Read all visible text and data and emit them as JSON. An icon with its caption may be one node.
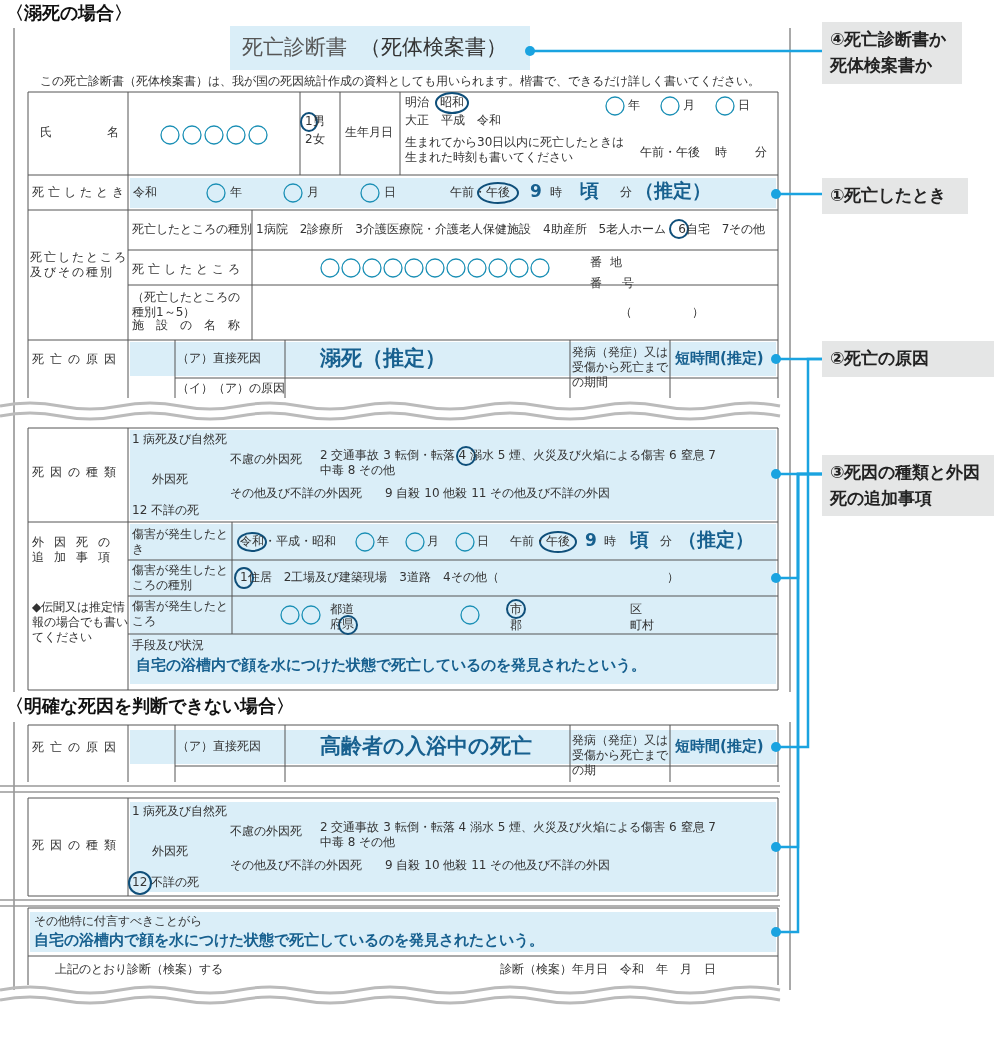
{
  "diagram": {
    "nodes": [
      {
        "text": [
          "④死亡診断書か死体検案書か"
        ]
      },
      {
        "text": [
          "①死亡したとき"
        ]
      },
      {
        "text": [
          "②死亡の原因"
        ]
      },
      {
        "text": [
          "③死因の種類と外因死の追加事項"
        ]
      },
      {
        "text": [
          "死亡診断書",
          "（死体検案書）"
        ]
      },
      {
        "text": [
          "令和",
          "年",
          "月",
          "日",
          "午前・午後",
          "9",
          "時",
          "頃",
          "分",
          "（推定）"
        ]
      },
      {
        "text": [
          "（ア）直接死因",
          "溺死（推定）",
          "短時間(推定)"
        ]
      },
      {
        "text": [
          "1 病死及び自然死",
          "外因死",
          "不慮の外因死",
          "2 交通事故 3 転倒・転落 4 溺水 5 煙、火災及び火焔による傷害 6 窒息 7 中毒 8 その他",
          "その他及び不詳の外因死",
          "9 自殺 10 他殺 11 その他及び不詳の外因",
          "12 不詳の死"
        ]
      },
      {
        "text": [
          "傷害が発生したとき",
          "令和・平成・昭和",
          "年",
          "月",
          "日",
          "午前・午後",
          "9",
          "時",
          "頃",
          "分",
          "（推定）",
          "傷害が発生したところの種別",
          "1住居　2工場及び建築現場　3道路　4その他（　　　　　　　　　　　　　　）",
          "傷害が発生したところ",
          "都道府県",
          "市",
          "郡",
          "区",
          "町村",
          "手段及び状況",
          "自宅の浴槽内で顔を水につけた状態で死亡しているのを発見されたという。"
        ]
      },
      {
        "text": [
          "（ア）直接死因",
          "高齢者の入浴中の死亡",
          "短時間(推定)"
        ]
      },
      {
        "text": [
          "1 病死及び自然死",
          "外因死",
          "不慮の外因死",
          "2 交通事故 3 転倒・転落 4 溺水 5 煙、火災及び火焔による傷害 6 窒息 7 中毒 8 その他",
          "その他及び不詳の外因死",
          "9 自殺 10 他殺 11 その他及び不詳の外因",
          "12 不詳の死"
        ]
      },
      {
        "text": [
          "その他特に付言すべきことがら",
          "自宅の浴槽内で顔を水につけた状態で死亡しているのを発見されたという。"
        ]
      }
    ],
    "edges": [
      {
        "from": 4,
        "to": 0,
        "arrow": "other"
      },
      {
        "from": 5,
        "to": 1,
        "arrow": "other"
      },
      {
        "from": 6,
        "to": 2,
        "arrow": "other"
      },
      {
        "from": 9,
        "to": 2,
        "arrow": "other"
      },
      {
        "from": 7,
        "to": 3,
        "arrow": "other"
      },
      {
        "from": 8,
        "to": 3,
        "arrow": "other"
      },
      {
        "from": 10,
        "to": 3,
        "arrow": "other"
      },
      {
        "from": 11,
        "to": 3,
        "arrow": "other"
      }
    ],
    "labels": [
      "〈溺死の場合〉",
      "この死亡診断書（死体検案書）は、我が国の死因統計作成の資料としても用いられます。楷書で、できるだけ詳しく書いてください。",
      "氏名",
      "1男",
      "2女",
      "生年月日",
      "明治",
      "昭和",
      "大正　平成　令和",
      "年",
      "月",
      "日",
      "生まれてから30日以内に死亡したときは生まれた時刻も書いてください",
      "午前・午後",
      "時",
      "分",
      "死亡したとき",
      "死亡したところ及びその種別",
      "死亡したところの種別",
      "1病院　2診療所　3介護医療院・介護老人保健施設　4助産所　5老人ホーム　6自宅　7その他",
      "死亡したところ",
      "番地",
      "番号",
      "（死亡したところの種別1～5）",
      "施設の名称",
      "（　　　　　）",
      "死亡の原因",
      "発病（発症）又は受傷から死亡までの期間",
      "（イ）（ア）の原因",
      "死因の種類",
      "外因死の追加事項",
      "◆伝聞又は推定情報の場合でも書いてください",
      "〈明確な死因を判断できない場合〉",
      "死亡の原因",
      "発病（発症）又は受傷から死亡までの期",
      "死因の種類",
      "上記のとおり診断（検案）する",
      "診断（検案）年月日　令和　年　月　日"
    ]
  }
}
